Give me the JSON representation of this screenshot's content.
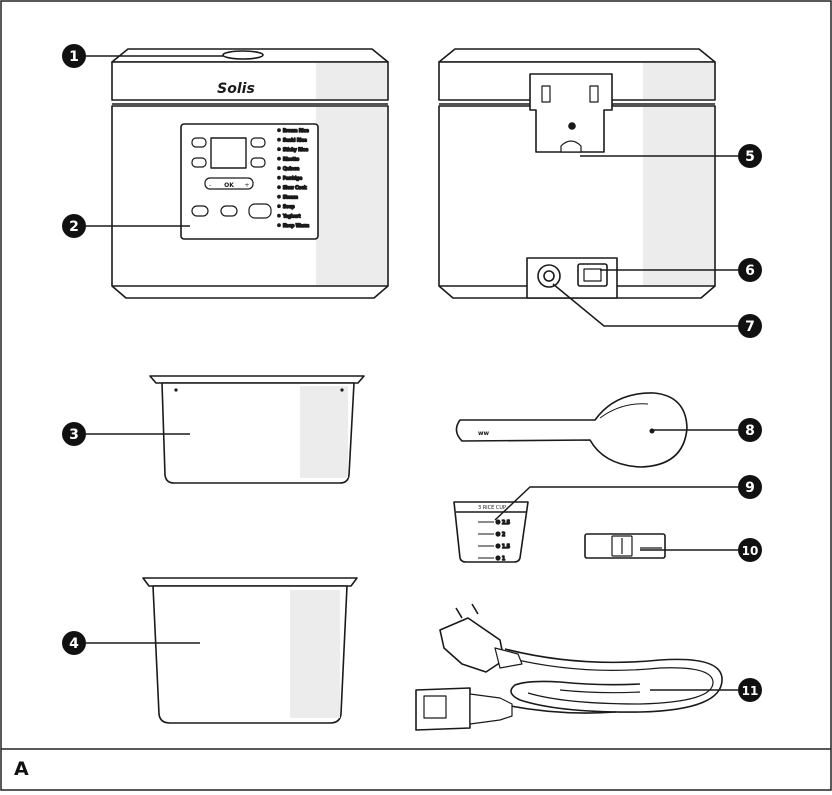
{
  "figure": {
    "label": "A",
    "brand": "Solis",
    "colors": {
      "outline": "#1a1a1a",
      "body": "#ffffff",
      "shade": "#ececec",
      "callout_fill": "#111111",
      "callout_text": "#ffffff"
    }
  },
  "control_panel": {
    "ok_label": "OK",
    "minus_label": "-",
    "plus_label": "+",
    "program_list": [
      "Brown Rice",
      "Sushi Rice",
      "Sticky Rice",
      "Risotto",
      "Quinoa",
      "Porridge",
      "Slow Cook",
      "Steam",
      "Soup",
      "Yoghurt",
      "Keep Warm"
    ]
  },
  "measuring_cup": {
    "header": "3 RICE CUP",
    "marks": [
      "2.5",
      "2",
      "1.5",
      "1"
    ]
  },
  "callouts": [
    {
      "number": "1",
      "part": "lid"
    },
    {
      "number": "2",
      "part": "control-panel"
    },
    {
      "number": "3",
      "part": "steaming-basket"
    },
    {
      "number": "4",
      "part": "inner-pot"
    },
    {
      "number": "5",
      "part": "rear-lid-hinge"
    },
    {
      "number": "6",
      "part": "power-socket"
    },
    {
      "number": "7",
      "part": "power-switch"
    },
    {
      "number": "8",
      "part": "rice-spoon"
    },
    {
      "number": "9",
      "part": "measuring-cup"
    },
    {
      "number": "10",
      "part": "condensation-collector"
    },
    {
      "number": "11",
      "part": "power-cord"
    }
  ]
}
